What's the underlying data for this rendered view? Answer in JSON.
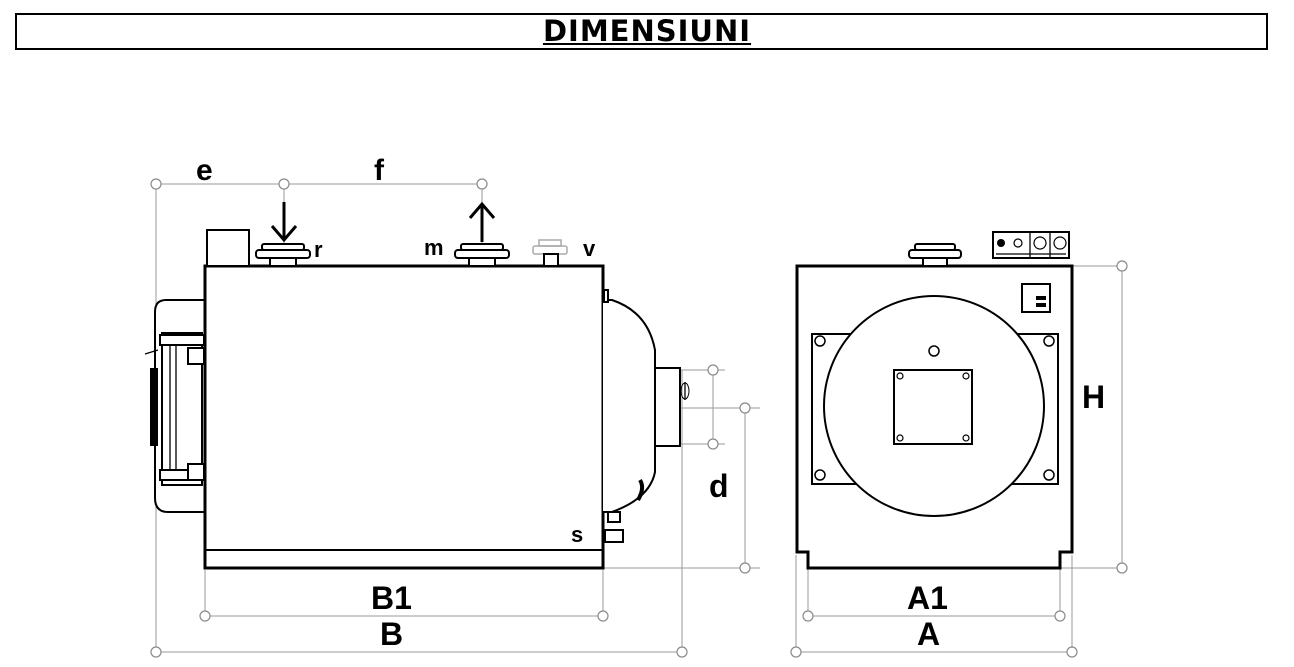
{
  "title": "DIMENSIUNI",
  "labels": {
    "e": "e",
    "f": "f",
    "r": "r",
    "m": "m",
    "v": "v",
    "s": "s",
    "d": "d",
    "H": "H",
    "B1": "B1",
    "B": "B",
    "A1": "A1",
    "A": "A",
    "diameter": "Ø"
  },
  "icons": {
    "inlet": "arrow-down-icon",
    "outlet": "arrow-up-icon"
  }
}
